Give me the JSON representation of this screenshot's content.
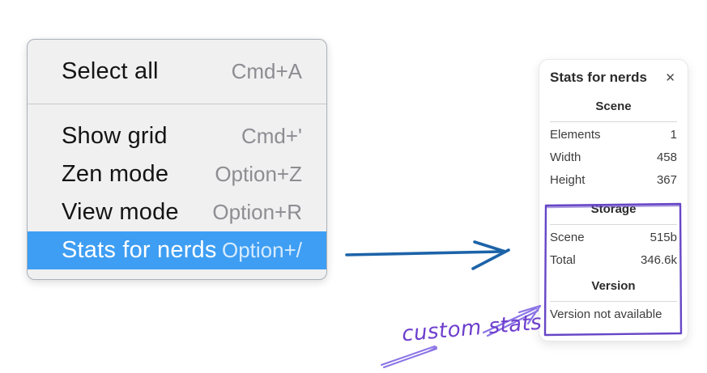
{
  "menu": {
    "highlight_color": "#3e9ef3",
    "sections": [
      {
        "items": [
          {
            "label": "Select all",
            "shortcut": "Cmd+A"
          }
        ]
      },
      {
        "items": [
          {
            "label": "Show grid",
            "shortcut": "Cmd+'"
          },
          {
            "label": "Zen mode",
            "shortcut": "Option+Z"
          },
          {
            "label": "View mode",
            "shortcut": "Option+R"
          },
          {
            "label": "Stats for nerds",
            "shortcut": "Option+/"
          }
        ]
      }
    ],
    "active_item": "Stats for nerds"
  },
  "stats_panel": {
    "title": "Stats for nerds",
    "close_label": "✕",
    "scene": {
      "header": "Scene",
      "rows": [
        {
          "label": "Elements",
          "value": "1"
        },
        {
          "label": "Width",
          "value": "458"
        },
        {
          "label": "Height",
          "value": "367"
        }
      ]
    },
    "storage": {
      "header": "Storage",
      "rows": [
        {
          "label": "Scene",
          "value": "515b"
        },
        {
          "label": "Total",
          "value": "346.6k"
        }
      ]
    },
    "version": {
      "header": "Version",
      "note": "Version not available"
    }
  },
  "annotation": {
    "label": "custom stats",
    "text_color": "#6e3fcd",
    "box_color": "#6646c6",
    "arrow_color": "#8b74e6"
  },
  "connector": {
    "color": "#1c63a8"
  }
}
